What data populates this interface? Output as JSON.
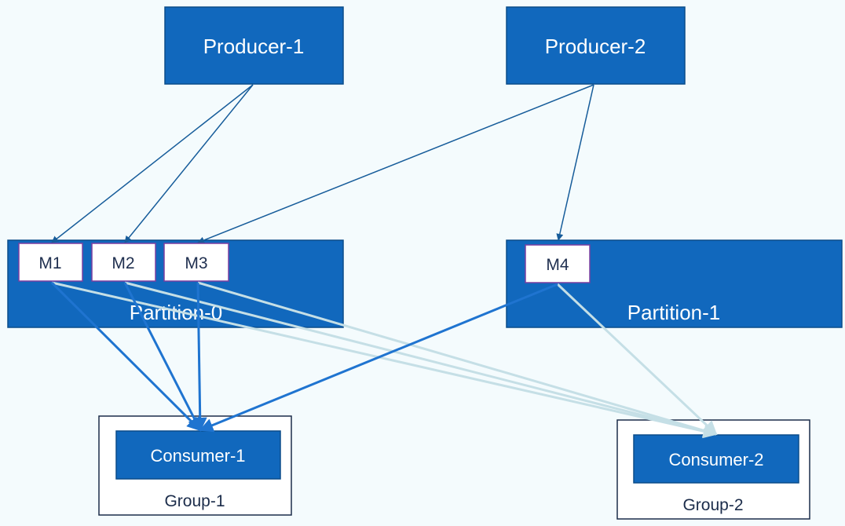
{
  "producers": [
    {
      "label": "Producer-1"
    },
    {
      "label": "Producer-2"
    }
  ],
  "partitions": [
    {
      "label": "Partition-0",
      "messages": [
        "M1",
        "M2",
        "M3"
      ]
    },
    {
      "label": "Partition-1",
      "messages": [
        "M4"
      ]
    }
  ],
  "groups": [
    {
      "label": "Group-1",
      "consumer": "Consumer-1"
    },
    {
      "label": "Group-2",
      "consumer": "Consumer-2"
    }
  ],
  "colors": {
    "background": "#f4fbfd",
    "box_fill": "#1168bd",
    "box_stroke": "#0b4c8a",
    "message_fill": "#ffffff",
    "message_stroke": "#7a3fa0",
    "message_text": "#1f2f4f",
    "producer_arrow": "#165c9a",
    "group1_arrow": "#1f74d0",
    "group2_arrow": "#c5dfe6",
    "group_frame": "#1b2c4a",
    "group_text": "#1b2c4a",
    "box_text": "#ffffff"
  }
}
